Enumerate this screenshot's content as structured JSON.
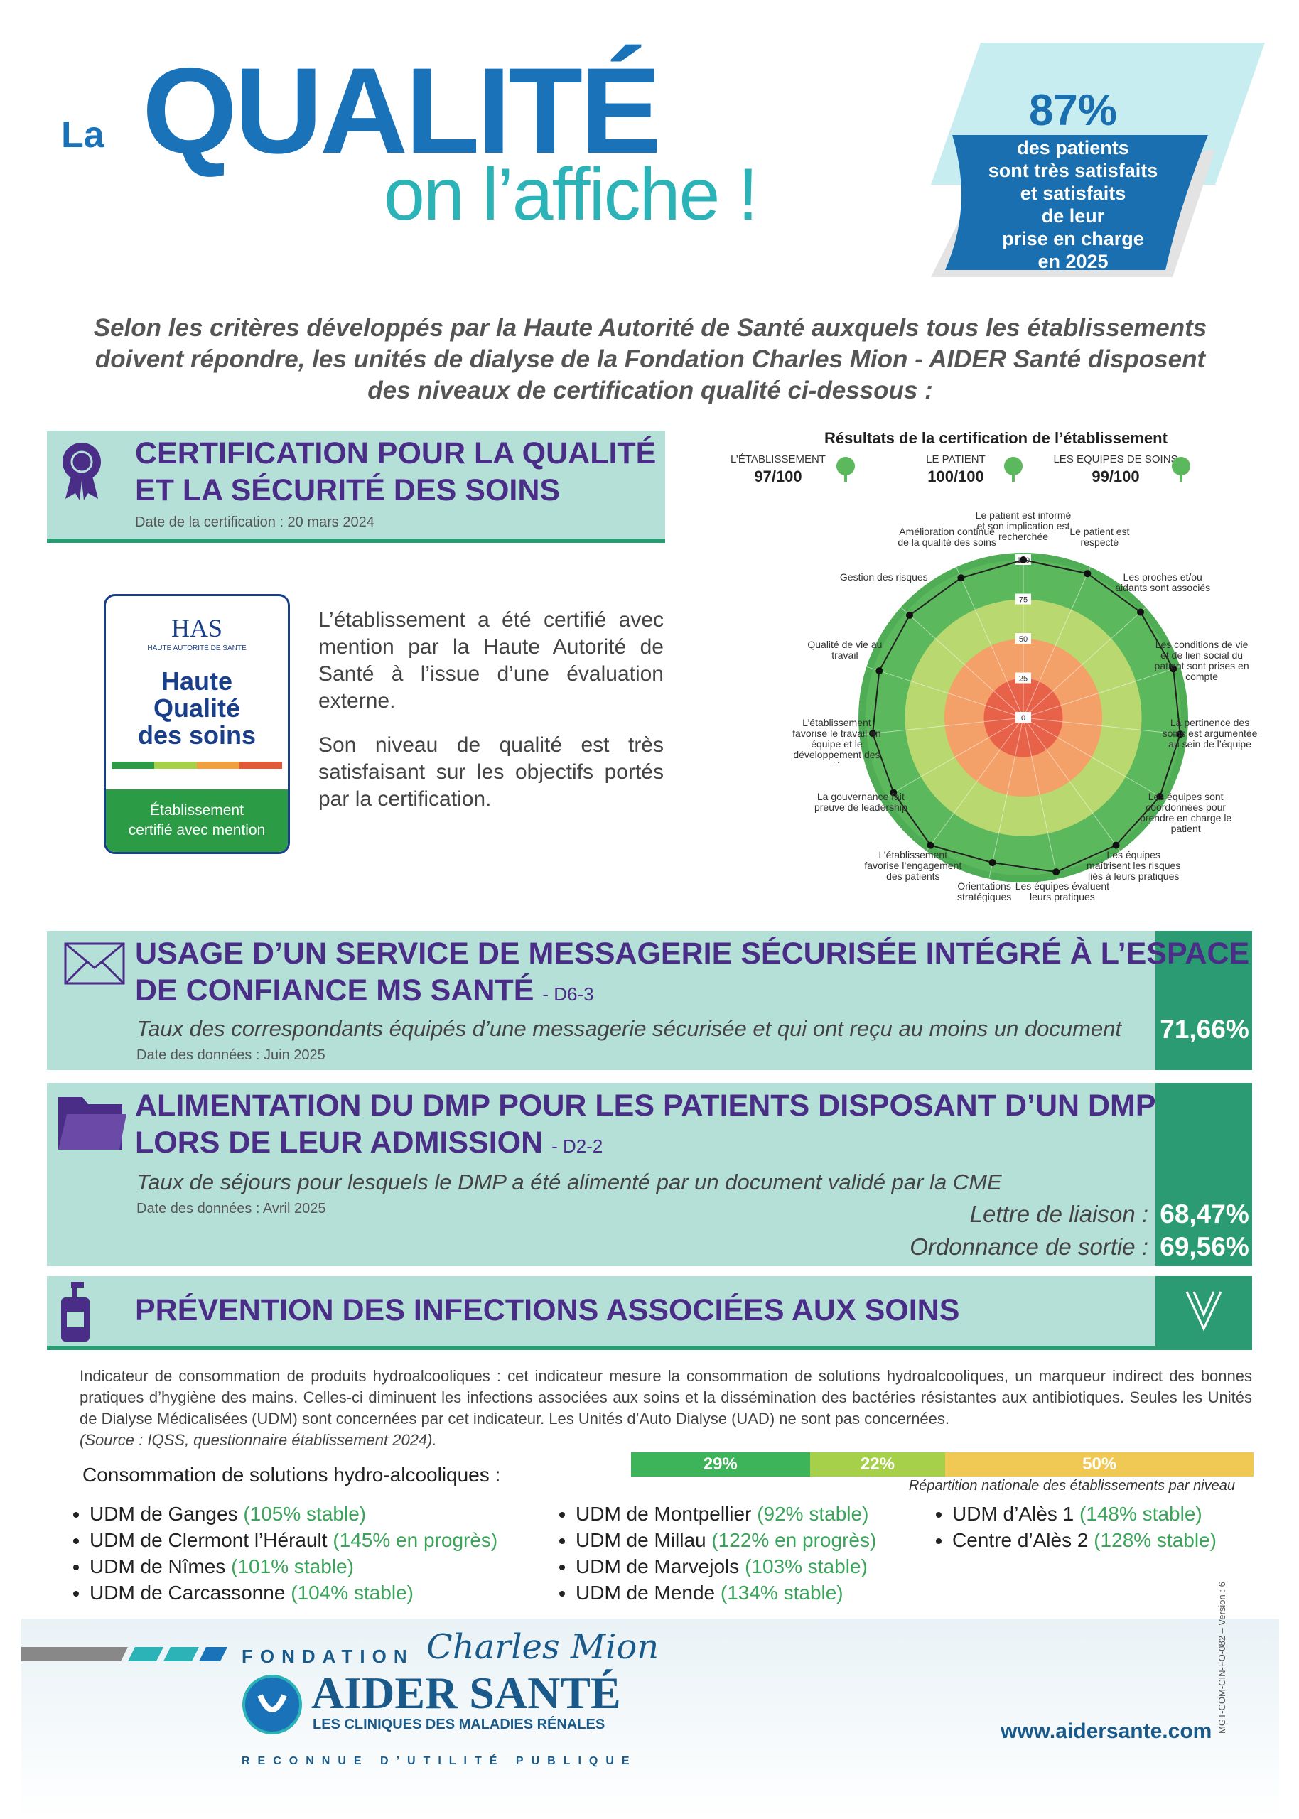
{
  "header": {
    "title_la": "La",
    "title_qualite": "QUALITÉ",
    "title_affiche": "on l’affiche !",
    "badge_pct": "87%",
    "badge_lines": [
      "des patients",
      "sont très satisfaits",
      "et satisfaits",
      "de leur",
      "prise en charge",
      "en 2025"
    ]
  },
  "intro": "Selon les critères développés par la Haute Autorité de Santé auxquels tous les établissements doivent répondre, les unités de dialyse de la Fondation Charles Mion - AIDER Santé disposent des niveaux de certification qualité ci-dessous :",
  "certification": {
    "title_line1": "CERTIFICATION POUR LA QUALITÉ",
    "title_line2": "ET LA SÉCURITÉ DES SOINS",
    "date": "Date de la certification : 20 mars 2024",
    "logo": {
      "has": "HAS",
      "has_sub": "HAUTE AUTORITÉ DE SANTÉ",
      "line1": "Haute",
      "line2": "Qualité",
      "line3": "des soins",
      "footer1": "Établissement",
      "footer2": "certifié avec mention"
    },
    "text1": "L’établissement a été certifié avec mention par la Haute Autorité de Santé à l’issue d’une évaluation externe.",
    "text2": "Son niveau de qualité est très satisfaisant sur les objectifs portés par la certification."
  },
  "radar": {
    "title": "Résultats de la certification de l’établissement",
    "scores": [
      {
        "label": "L’ÉTABLISSEMENT",
        "value": "97/100"
      },
      {
        "label": "LE PATIENT",
        "value": "100/100"
      },
      {
        "label": "LES EQUIPES DE SOINS",
        "value": "99/100"
      }
    ],
    "rings": [
      "0",
      "25",
      "50",
      "75",
      "100"
    ],
    "axes": [
      "Le patient est informé et son implication est recherchée",
      "Le patient est respecté",
      "Les proches et/ou aidants sont associés",
      "Les conditions de vie et de lien social du patient sont prises en compte",
      "La pertinence des soins est argumentée au sein de l’équipe",
      "Les équipes sont coordonnées pour prendre en charge le patient",
      "Les équipes maîtrisent les risques liés à leurs pratiques",
      "Les équipes évaluent leurs pratiques",
      "Orientations stratégiques",
      "L’établissement favorise l’engagement des patients",
      "La gouvernance fait preuve de leadership",
      "L’établissement favorise le travail en équipe et le développement des compétences",
      "Qualité de vie au travail",
      "Gestion des risques",
      "Amélioration continue de la qualité des soins"
    ],
    "values": [
      100,
      100,
      100,
      100,
      100,
      100,
      100,
      100,
      94,
      100,
      95,
      96,
      96,
      97,
      97
    ]
  },
  "messagerie": {
    "title_line1": "USAGE D’UN SERVICE DE MESSAGERIE SÉCURISÉE INTÉGRÉ À L’ESPACE",
    "title_line2": "DE CONFIANCE MS SANTÉ",
    "code": "- D6-3",
    "desc": "Taux des correspondants équipés d’une messagerie sécurisée et qui ont reçu au moins un document",
    "date": "Date des données : Juin 2025",
    "value": "71,66%"
  },
  "dmp": {
    "title_line1": "ALIMENTATION DU DMP POUR LES PATIENTS DISPOSANT D’UN DMP",
    "title_line2": "LORS DE LEUR ADMISSION",
    "code": "- D2-2",
    "desc": "Taux de séjours pour lesquels le DMP a été alimenté par un document validé par la CME",
    "date": "Date des données : Avril 2025",
    "label1": "Lettre de liaison :",
    "value1": "68,47%",
    "label2": "Ordonnance de sortie :",
    "value2": "69,56%"
  },
  "infections": {
    "title": "PRÉVENTION DES INFECTIONS ASSOCIÉES AUX SOINS",
    "text": "Indicateur de consommation de produits hydroalcooliques : cet indicateur mesure la consommation de solutions hydroalcooliques, un marqueur indirect des bonnes pratiques d’hygiène des mains. Celles-ci diminuent les infections associées aux soins et la dissémination des bactéries résistantes aux antibiotiques. Seules les Unités de Dialyse Médicalisées (UDM) sont concernées par cet indicateur. Les Unités d’Auto Dialyse (UAD) ne sont pas concernées.",
    "source": "(Source : IQSS, questionnaire établissement 2024).",
    "conso_label": "Consommation de solutions hydro-alcooliques :",
    "bar": [
      {
        "label": "29%",
        "value": 29,
        "color": "#3db35a"
      },
      {
        "label": "22%",
        "value": 22,
        "color": "#a6cf4a"
      },
      {
        "label": "50%",
        "value": 50,
        "color": "#f0c955"
      }
    ],
    "bar_caption": "Répartition nationale des établissements par niveau",
    "col1": [
      {
        "name": "UDM de Ganges",
        "val": "(105% stable)"
      },
      {
        "name": "UDM de Clermont l’Hérault",
        "val": "(145% en progrès)"
      },
      {
        "name": "UDM de Nîmes",
        "val": "(101% stable)"
      },
      {
        "name": "UDM de Carcassonne",
        "val": "(104% stable)"
      }
    ],
    "col2": [
      {
        "name": "UDM de Montpellier",
        "val": "(92% stable)"
      },
      {
        "name": "UDM de Millau",
        "val": "(122% en progrès)"
      },
      {
        "name": "UDM de Marvejols",
        "val": "(103% stable)"
      },
      {
        "name": "UDM de Mende",
        "val": "(134% stable)"
      }
    ],
    "col3": [
      {
        "name": "UDM d’Alès 1",
        "val": "(148% stable)"
      },
      {
        "name": "Centre d’Alès 2",
        "val": "(128% stable)"
      }
    ]
  },
  "footer": {
    "fondation": "FONDATION",
    "charles": "Charles Mion",
    "aider": "AIDER SANTÉ",
    "cliniques": "LES CLINIQUES DES MALADIES RÉNALES",
    "reconnue": "RECONNUE D’UTILITÉ PUBLIQUE",
    "website": "www.aidersante.com",
    "ref": "MGT-COM-CIN-FO-082 – Version : 6"
  }
}
